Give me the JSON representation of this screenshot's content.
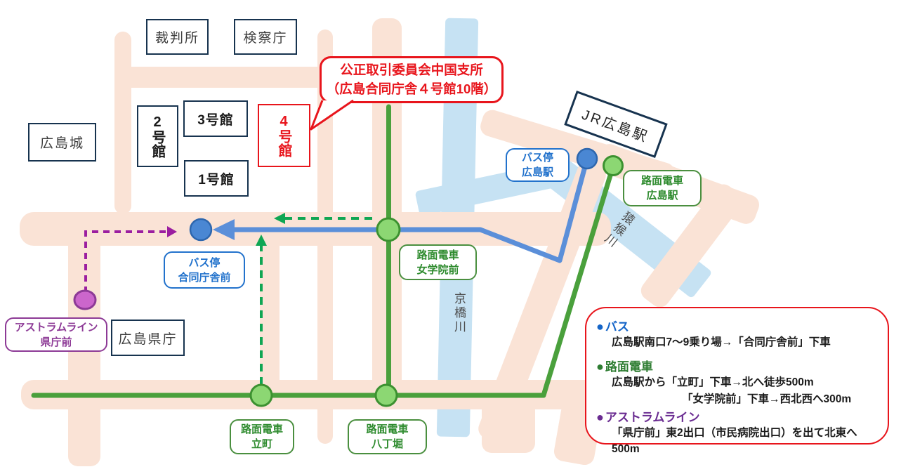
{
  "callout": {
    "line1": "公正取引委員会中国支所",
    "line2": "（広島合同庁舎４号館10階）"
  },
  "buildings": {
    "courthouse": "裁判所",
    "prosecutor": "検察庁",
    "castle": "広島城",
    "bldg2": "2号館",
    "bldg3": "3号館",
    "bldg1": "1号館",
    "bldg4": "4号館",
    "pref_office": "広島県庁",
    "jr_station": "JR広島駅"
  },
  "stops": {
    "bus_hiroshima_sta": {
      "line1": "バス停",
      "line2": "広島駅"
    },
    "tram_hiroshima_sta": {
      "line1": "路面電車",
      "line2": "広島駅"
    },
    "bus_godochosha": {
      "line1": "バス停",
      "line2": "合同庁舎前"
    },
    "tram_jogakuin": {
      "line1": "路面電車",
      "line2": "女学院前"
    },
    "astram_kenchomae": {
      "line1": "アストラムライン",
      "line2": "県庁前"
    },
    "tram_tatemachi": {
      "line1": "路面電車",
      "line2": "立町"
    },
    "tram_hatchobori": {
      "line1": "路面電車",
      "line2": "八丁堀"
    }
  },
  "rivers": {
    "enko": "猿猴川",
    "kyobashi": "京橋川"
  },
  "legend": {
    "bus": {
      "bullet": "●",
      "title": "バス",
      "detail": "広島駅南口7～9乗り場→「合同庁舎前」下車"
    },
    "tram": {
      "bullet": "●",
      "title": "路面電車",
      "detail1": "広島駅から「立町」下車→北へ徒歩500m",
      "detail2": "「女学院前」下車→西北西へ300m"
    },
    "astram": {
      "bullet": "●",
      "title": "アストラムライン",
      "detail": "「県庁前」東2出口（市民病院出口）を出て北東へ500m"
    }
  },
  "colors": {
    "bus_blue": "#5b8fd9",
    "tram_green": "#4aa03c",
    "walk_green": "#0fa653",
    "astram_purple": "#9b1ea0",
    "route_red": "#e8151c",
    "road": "#fae3d6",
    "river": "#c6e2f3"
  }
}
